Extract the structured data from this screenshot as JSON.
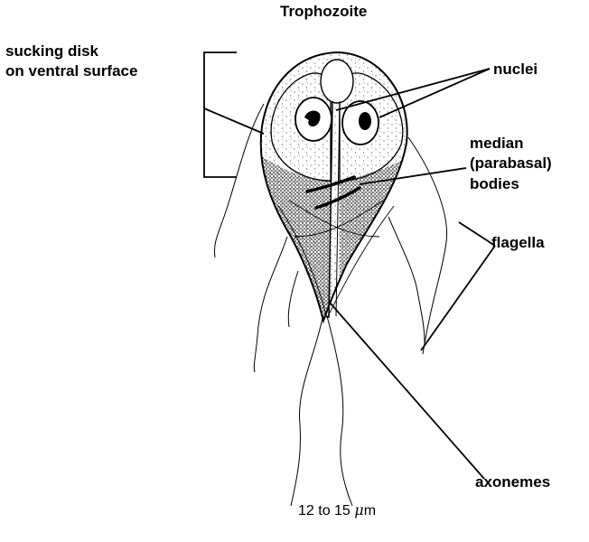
{
  "title": "Trophozoite",
  "labels": {
    "sucking_disk_line1": "sucking disk",
    "sucking_disk_line2": "on ventral surface",
    "nuclei": "nuclei",
    "median_line1": "median",
    "median_line2": "(parabasal)",
    "median_line3": "bodies",
    "flagella": "flagella",
    "axonemes": "axonemes"
  },
  "scale": {
    "prefix": "12 to 15 ",
    "unit_mu": "μ",
    "unit_m": "m"
  },
  "colors": {
    "ink": "#000000",
    "background": "#ffffff"
  }
}
